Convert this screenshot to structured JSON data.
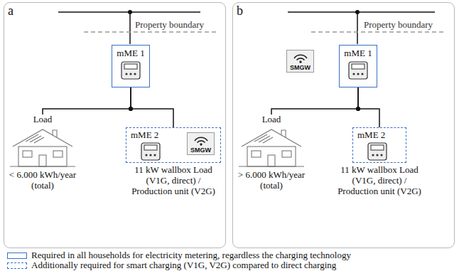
{
  "diagram": {
    "nodes": [
      {
        "text": [
          "a"
        ]
      },
      {
        "text": [
          "mME 1"
        ],
        "in": 0
      },
      {
        "text": [
          "Load",
          "< 6.000 kWh/year (total)"
        ],
        "in": 0
      },
      {
        "text": [
          "mME 2",
          "11 kW wallbox Load (V1G, direct) / Production unit (V2G)"
        ],
        "in": 0
      },
      {
        "text": [
          "SMGW"
        ],
        "in": 3
      },
      {
        "text": [
          "b"
        ]
      },
      {
        "text": [
          "SMGW"
        ],
        "in": 5
      },
      {
        "text": [
          "mME 1"
        ],
        "in": 5
      },
      {
        "text": [
          "Load",
          "> 6.000 kWh/year (total)"
        ],
        "in": 5
      },
      {
        "text": [
          "mME 2",
          "11 kW wallbox Load (V1G, direct) / Production unit (V2G)"
        ],
        "in": 5
      }
    ],
    "edges": [
      {
        "from": 1,
        "to": 2,
        "arrow": "none"
      },
      {
        "from": 1,
        "to": 3,
        "arrow": "none"
      },
      {
        "from": 7,
        "to": 8,
        "arrow": "none"
      },
      {
        "from": 7,
        "to": 9,
        "arrow": "none"
      }
    ],
    "labels": [
      "Property boundary",
      "Property boundary"
    ],
    "legend": [
      {
        "text": "Required in all households for electricity metering, regardless the charging technology"
      },
      {
        "text": "Additionally required for smart charging (V1G, V2G) compared to direct charging"
      }
    ]
  }
}
